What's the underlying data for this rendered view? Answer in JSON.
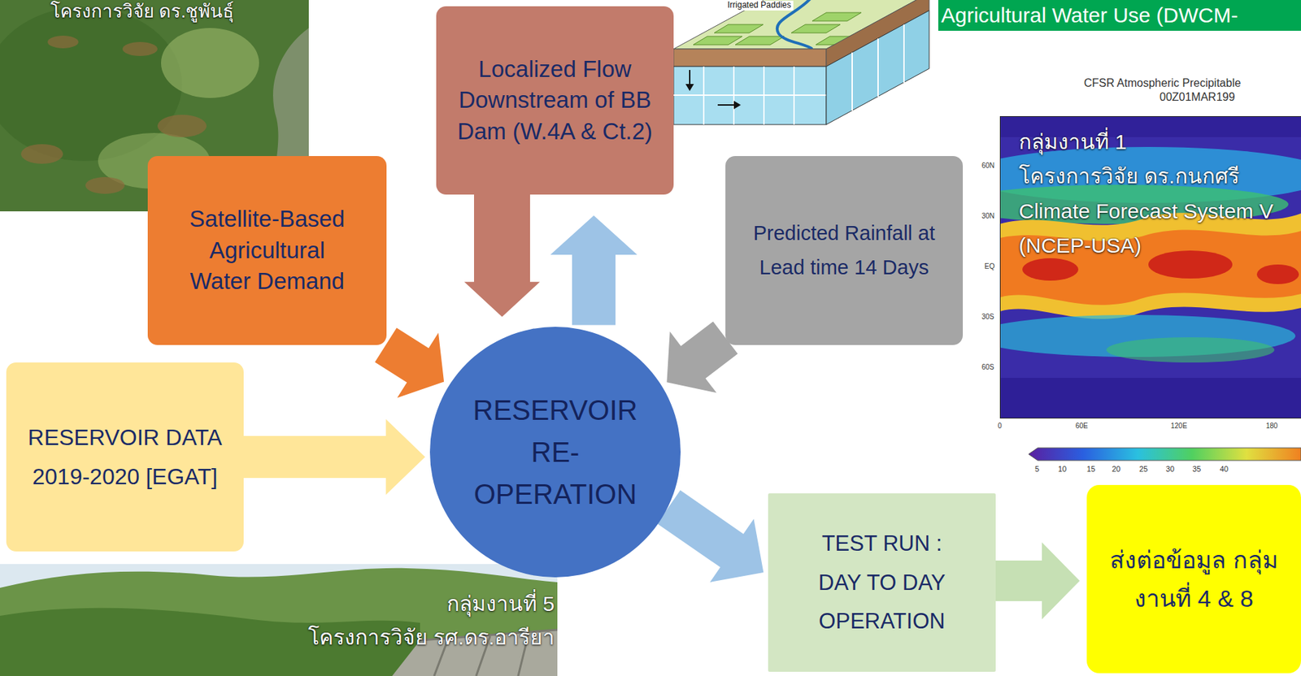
{
  "diagram": {
    "nodes": [
      {
        "text": [
          "Localized Flow Downstream of BB Dam (W.4A & Ct.2)"
        ]
      },
      {
        "text": [
          "Agricultural Water Use (DWCM-"
        ]
      },
      {
        "text": [
          "Satellite-Based Agricultural Water Demand"
        ]
      },
      {
        "text": [
          "Predicted Rainfall at Lead time 14 Days"
        ]
      },
      {
        "text": [
          "RESERVOIR DATA 2019-2020 [EGAT]"
        ]
      },
      {
        "text": [
          "RESERVOIR RE- OPERATION"
        ]
      },
      {
        "text": [
          "TEST RUN : DAY TO DAY OPERATION"
        ]
      },
      {
        "text": [
          "ส่งต่อข้อมูล กลุ่มงานที่ 4 & 8"
        ]
      }
    ],
    "edges": [
      {
        "from": 4,
        "to": 5,
        "arrow": "to"
      },
      {
        "from": 2,
        "to": 5,
        "arrow": "to"
      },
      {
        "from": 0,
        "to": 5,
        "arrow": "to"
      },
      {
        "from": 5,
        "to": 0,
        "arrow": "to"
      },
      {
        "from": 3,
        "to": 5,
        "arrow": "to"
      },
      {
        "from": 5,
        "to": 6,
        "arrow": "to"
      },
      {
        "from": 6,
        "to": 7,
        "arrow": "to"
      }
    ],
    "labels": [
      "โครงการวิจัย ดร.ชูพันธุ์",
      "Irrigated Paddies",
      "CFSR Atmospheric Precipitable",
      "00Z01MAR199",
      "กลุ่มงานที่ 1",
      "โครงการวิจัย ดร.กนกศรี",
      "Climate Forecast System V",
      "(NCEP-USA)",
      "60N",
      "30N",
      "EQ",
      "30S",
      "60S",
      "0",
      "60E",
      "120E",
      "180",
      "5",
      "10",
      "15",
      "20",
      "25",
      "30",
      "35",
      "40",
      "กลุ่มงานที่ 5",
      "โครงการวิจัย รศ.ดร.อารียา"
    ]
  }
}
